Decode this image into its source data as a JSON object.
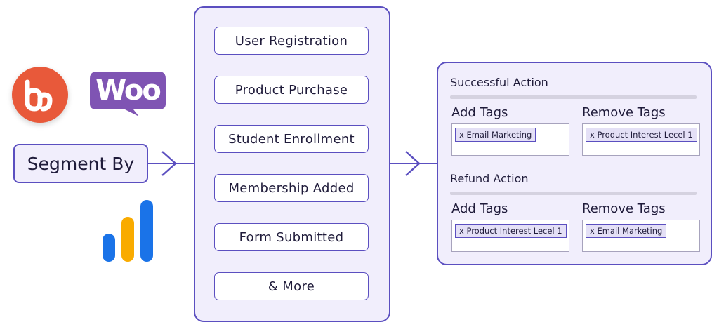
{
  "logos": {
    "buddyboss": "buddyboss-logo-icon",
    "woocommerce_text": "Woo",
    "bars": "analytics-bars-icon"
  },
  "segment_label": "Segment By",
  "triggers": [
    "User Registration",
    "Product Purchase",
    "Student Enrollment",
    "Membership Added",
    "Form Submitted",
    "& More"
  ],
  "actions": {
    "successful": {
      "title": "Successful Action",
      "add_title": "Add Tags",
      "remove_title": "Remove Tags",
      "add_tag": "x Email Marketing",
      "remove_tag": "x Product Interest Lecel 1"
    },
    "refund": {
      "title": "Refund Action",
      "add_title": "Add Tags",
      "remove_title": "Remove Tags",
      "add_tag": "x Product Interest Lecel 1",
      "remove_tag": "x Email Marketing"
    }
  },
  "colors": {
    "accent": "#5b4fc0",
    "panel_bg": "#f1eefc",
    "buddyboss": "#e8593a",
    "woo": "#7f54b3",
    "bar_blue": "#1a73e8",
    "bar_yellow": "#f9ab00"
  }
}
